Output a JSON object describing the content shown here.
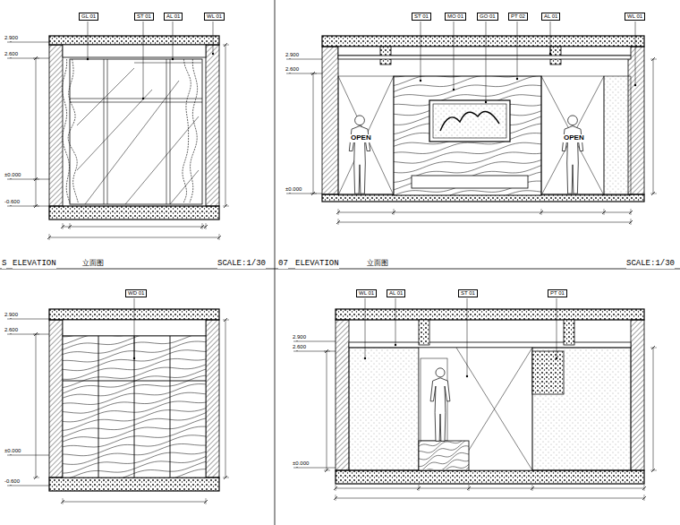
{
  "diagram": {
    "labels": [
      "GL 01",
      "ST 01",
      "AL 01",
      "WL 01",
      "2.900",
      "2.600",
      "±0.000",
      "-0.600",
      "S",
      "ELEVATION",
      "立面图",
      "SCALE:1/30",
      "ST 01",
      "MO 01",
      "GO 01",
      "PT 02",
      "AL 01",
      "WL 01",
      "2.900",
      "2.600",
      "±0.000",
      "OPEN",
      "OPEN",
      "07",
      "ELEVATION",
      "立面图",
      "SCALE:1/30",
      "WD 01",
      "2.900",
      "2.600",
      "±0.000",
      "-0.600",
      "WL 01",
      "AL 01",
      "ST 01",
      "PT 01",
      "2.900",
      "2.600",
      "±0.000"
    ]
  }
}
